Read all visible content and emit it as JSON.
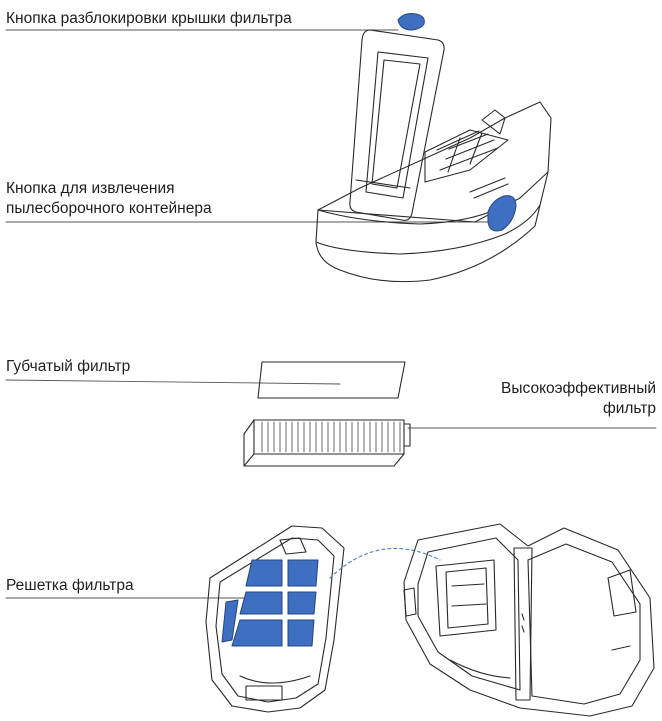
{
  "labels": {
    "filter_cover_release": "Кнопка разблокировки крышки фильтра",
    "dustbin_release_line1": "Кнопка для извлечения",
    "dustbin_release_line2": "пылесборочного контейнера",
    "sponge_filter": "Губчатый фильтр",
    "hepa_filter_line1": "Высокоэффективный",
    "hepa_filter_line2": "фильтр",
    "filter_grille": "Решетка фильтра"
  },
  "colors": {
    "accent_blue": "#3f6fc0",
    "outline": "#2a2a2a",
    "leader_line": "#555555",
    "dashed_link": "#4a7fd0"
  }
}
